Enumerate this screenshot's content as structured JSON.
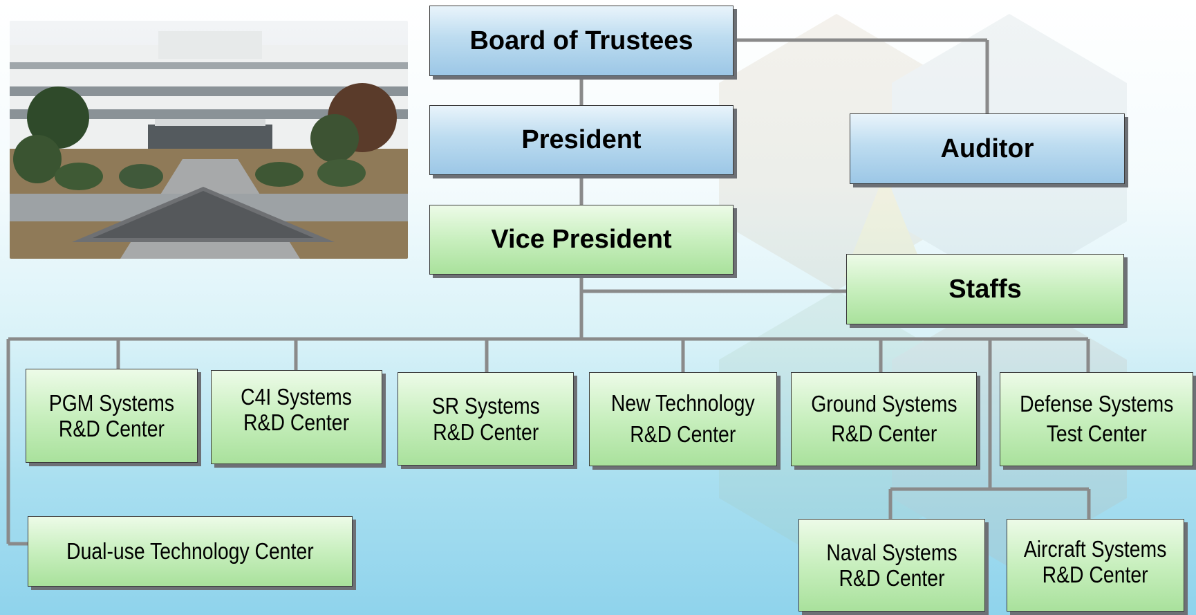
{
  "top": {
    "board": "Board of Trustees",
    "president": "President",
    "auditor": "Auditor",
    "vice_president": "Vice President",
    "staffs": "Staffs"
  },
  "units": [
    {
      "key": "pgm",
      "line1": "PGM Systems",
      "line2": "R&D Center"
    },
    {
      "key": "c4i",
      "line1": "C4I Systems",
      "line2": "R&D Center"
    },
    {
      "key": "sr",
      "line1": "SR Systems",
      "line2": "R&D Center"
    },
    {
      "key": "newtech",
      "line1": "New Technology",
      "line2": "R&D Center"
    },
    {
      "key": "ground",
      "line1": "Ground Systems",
      "line2": "R&D Center"
    },
    {
      "key": "defense",
      "line1": "Defense Systems",
      "line2": "Test Center"
    },
    {
      "key": "dualuse",
      "line1": "Dual-use Technology Center",
      "line2": ""
    },
    {
      "key": "naval",
      "line1": "Naval Systems",
      "line2": "R&D Center"
    },
    {
      "key": "aircraft",
      "line1": "Aircraft Systems",
      "line2": "R&D Center"
    }
  ],
  "colors": {
    "upper_box": "#bddcf0",
    "lower_box": "#c8efbe",
    "connector": "#8a8a8a"
  }
}
